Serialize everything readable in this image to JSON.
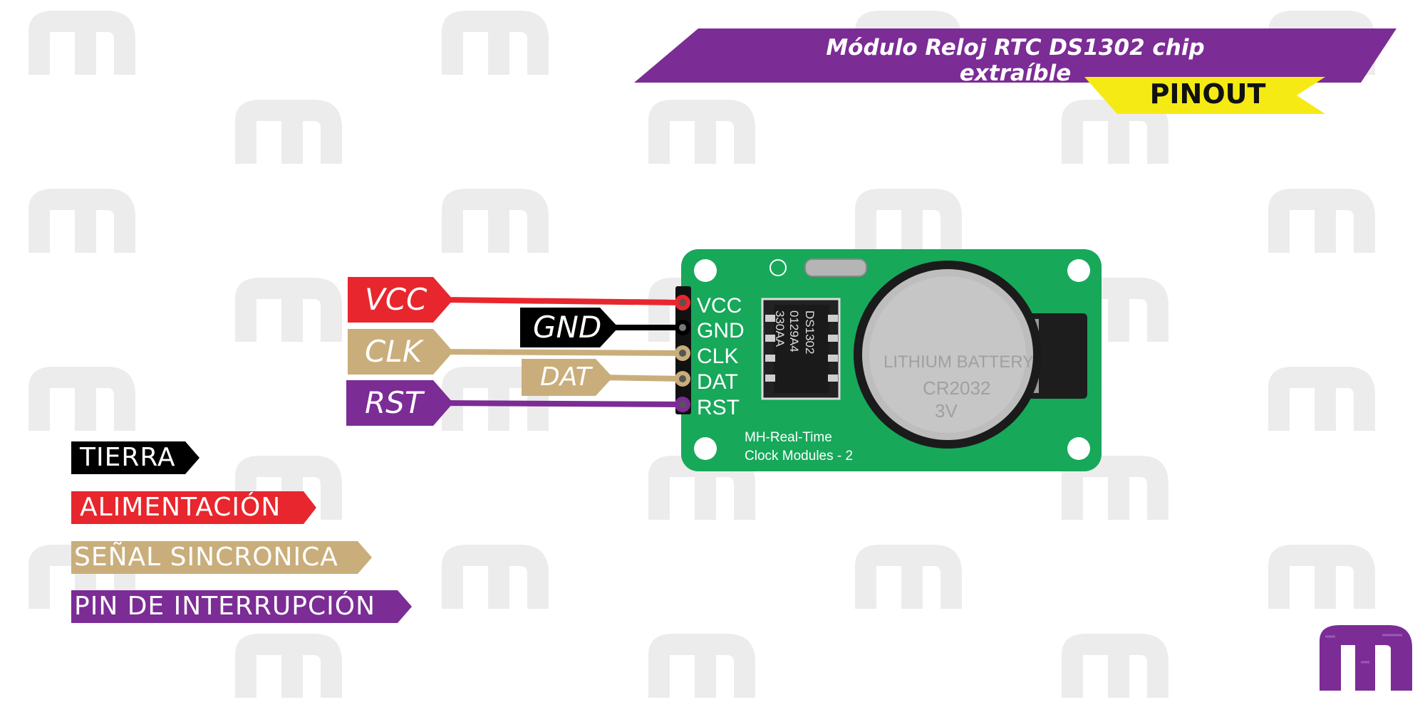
{
  "header": {
    "title": "Módulo Reloj RTC DS1302 chip extraíble",
    "subtitle": "PINOUT"
  },
  "pins": [
    {
      "label": "VCC",
      "color": "#e8262d",
      "text_color": "#ffffff"
    },
    {
      "label": "GND",
      "color": "#000000",
      "text_color": "#ffffff"
    },
    {
      "label": "CLK",
      "color": "#c9ae7c",
      "text_color": "#ffffff"
    },
    {
      "label": "DAT",
      "color": "#c9ae7c",
      "text_color": "#ffffff"
    },
    {
      "label": "RST",
      "color": "#7b2c95",
      "text_color": "#ffffff"
    }
  ],
  "legend": [
    {
      "label": "TIERRA",
      "color": "#000000"
    },
    {
      "label": "ALIMENTACIÓN",
      "color": "#e8262d"
    },
    {
      "label": "SEÑAL SINCRONICA",
      "color": "#c9ae7c"
    },
    {
      "label": "PIN DE INTERRUPCIÓN",
      "color": "#7b2c95"
    }
  ],
  "board": {
    "pin_labels": [
      "VCC",
      "GND",
      "CLK",
      "DAT",
      "RST"
    ],
    "chip_text": [
      "DS1302",
      "0129A4",
      "330AA"
    ],
    "battery_text": [
      "LITHIUM BATTERY",
      "CR2032",
      "3V"
    ],
    "silkscreen": [
      "MH-Real-Time",
      "Clock Modules - 2"
    ]
  },
  "colors": {
    "brand_purple": "#7b2c95",
    "accent_yellow": "#f5ea14",
    "pcb_green": "#17a85a"
  }
}
